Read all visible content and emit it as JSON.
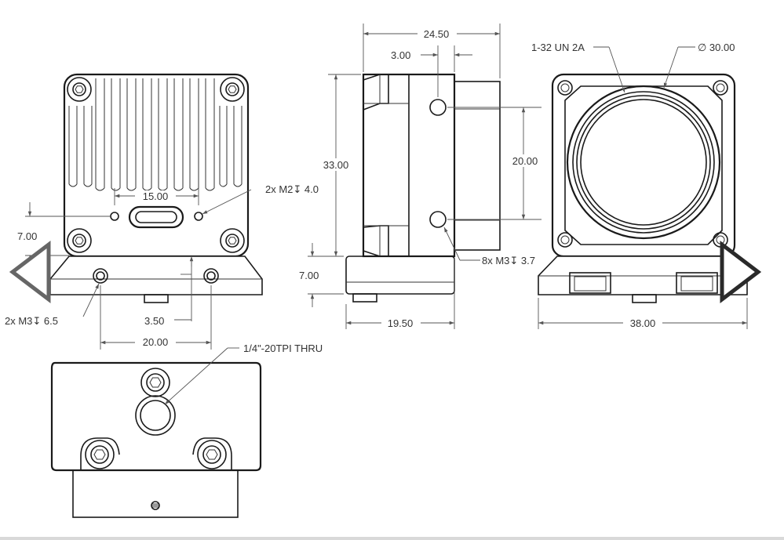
{
  "dimensions": {
    "front_hole_spacing": "15.00",
    "front_mount_holes": "2x M2↧ 4.0",
    "base_height_left": "7.00",
    "base_holes": "2x M3↧ 6.5",
    "base_offset": "3.50",
    "base_hole_spacing": "20.00",
    "tripod_thread": "1/4\"-20TPI THRU",
    "side_depth": "24.50",
    "side_hole_offset": "3.00",
    "side_height": "33.00",
    "side_hole_spacing": "20.00",
    "side_base_height": "7.00",
    "side_base_depth": "19.50",
    "side_holes": "8x M3↧ 3.7",
    "lens_thread": "1-32 UN 2A",
    "lens_diameter": "∅ 30.00",
    "rear_width": "38.00"
  },
  "navigation": {
    "prev_icon": "chevron-left-icon",
    "next_icon": "chevron-right-icon"
  }
}
